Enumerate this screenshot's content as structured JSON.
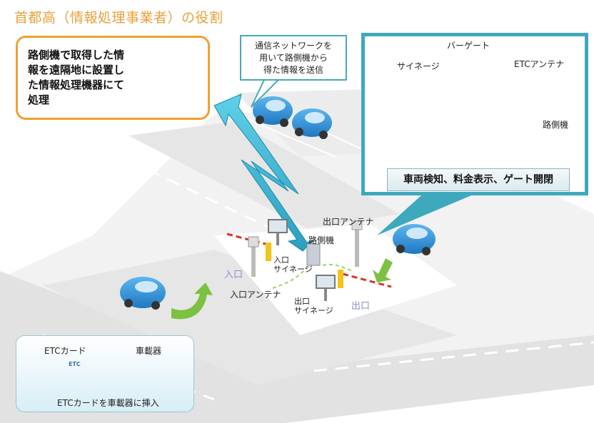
{
  "title": "首都高（情報処理事業者）の役割",
  "server_panel": {
    "text": "路側機で取得した情報を遠隔地に設置した情報処理機器にて処理"
  },
  "network_callout": {
    "lines": [
      "通信ネットワークを",
      "用いて路側機から",
      "得た情報を送信"
    ]
  },
  "inset": {
    "bar_gate": "バーゲート",
    "signage": "サイネージ",
    "etc_antenna": "ETCアンテナ",
    "roadside_unit": "路側機",
    "caption": "車両検知、料金表示、ゲート開閉"
  },
  "gate_area": {
    "exit_antenna": "出口アンテナ",
    "roadside_unit": "路側機",
    "entrance": "入口",
    "entrance_signage": [
      "入口",
      "サイネージ"
    ],
    "entrance_antenna": "入口アンテナ",
    "exit_signage": [
      "出口",
      "サイネージ"
    ],
    "exit": "出口"
  },
  "etc_panel": {
    "etc_card": "ETCカード",
    "onboard_unit": "車載器",
    "caption": "ETCカードを車載器に挿入",
    "card_brand": "ETC"
  },
  "colors": {
    "title": "#e8a13a",
    "server_border": "#f0a030",
    "teal": "#3ea9bd",
    "car": "#2f8fd6",
    "arrow_green": "#7cc142",
    "barrier_red": "#d8352a",
    "barrier_yellow": "#f5c21a",
    "road": "#e4e4e4"
  }
}
